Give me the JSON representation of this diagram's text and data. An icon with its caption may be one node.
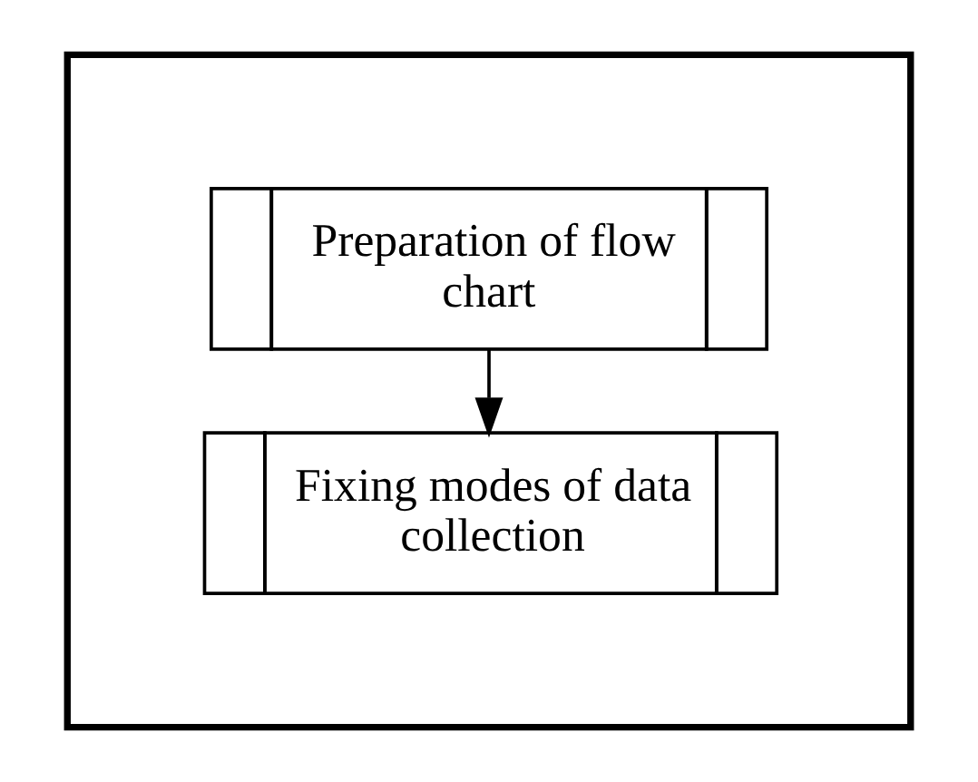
{
  "diagram": {
    "nodes": [
      {
        "text": [],
        "shape": "box"
      },
      {
        "text": [
          "Preparation of flow chart"
        ],
        "in": 0
      },
      {
        "text": [
          "Fixing modes of data collection"
        ],
        "in": 0
      }
    ],
    "edges": [
      {
        "from": 1,
        "to": 2,
        "arrow": "to"
      }
    ]
  }
}
